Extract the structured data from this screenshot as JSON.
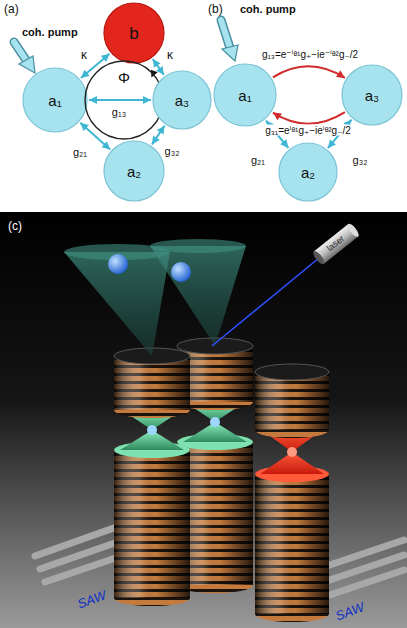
{
  "diagram": {
    "nodes": [
      {
        "text": [
          "b"
        ]
      },
      {
        "text": [
          "a₁"
        ]
      },
      {
        "text": [
          "Φ"
        ]
      },
      {
        "text": [
          "a₃"
        ]
      },
      {
        "text": [
          "a₂"
        ]
      },
      {
        "text": [
          "a₁"
        ]
      },
      {
        "text": [
          "a₃"
        ]
      },
      {
        "text": [
          "a₂"
        ]
      }
    ],
    "edges": [
      {
        "from": 1,
        "to": 0,
        "arrow": "both",
        "label": "κ"
      },
      {
        "from": 3,
        "to": 0,
        "arrow": "both",
        "label": "κ"
      },
      {
        "from": 1,
        "to": 3,
        "arrow": "both",
        "label": "g₁₃"
      },
      {
        "from": 1,
        "to": 4,
        "arrow": "both",
        "label": "g₂₁"
      },
      {
        "from": 4,
        "to": 3,
        "arrow": "both",
        "label": "g₃₂"
      },
      {
        "from": 5,
        "to": 6,
        "arrow": "to",
        "label": "g₁₃=e⁻ⁱᶿ¹g₊−ie⁻ⁱᶿ²g₋/2"
      },
      {
        "from": 6,
        "to": 5,
        "arrow": "to",
        "label": "g₃₁=eⁱᶿ¹g₊−ieⁱᶿ²g₋/2"
      },
      {
        "from": 5,
        "to": 7,
        "arrow": "both",
        "label": "g₂₁"
      },
      {
        "from": 7,
        "to": 6,
        "arrow": "both",
        "label": "g₃₂"
      }
    ],
    "labels": [
      "(a)",
      "coh. pump",
      "(b)",
      "coh. pump",
      "(c)",
      "laser",
      "SAW",
      "SAW"
    ]
  }
}
